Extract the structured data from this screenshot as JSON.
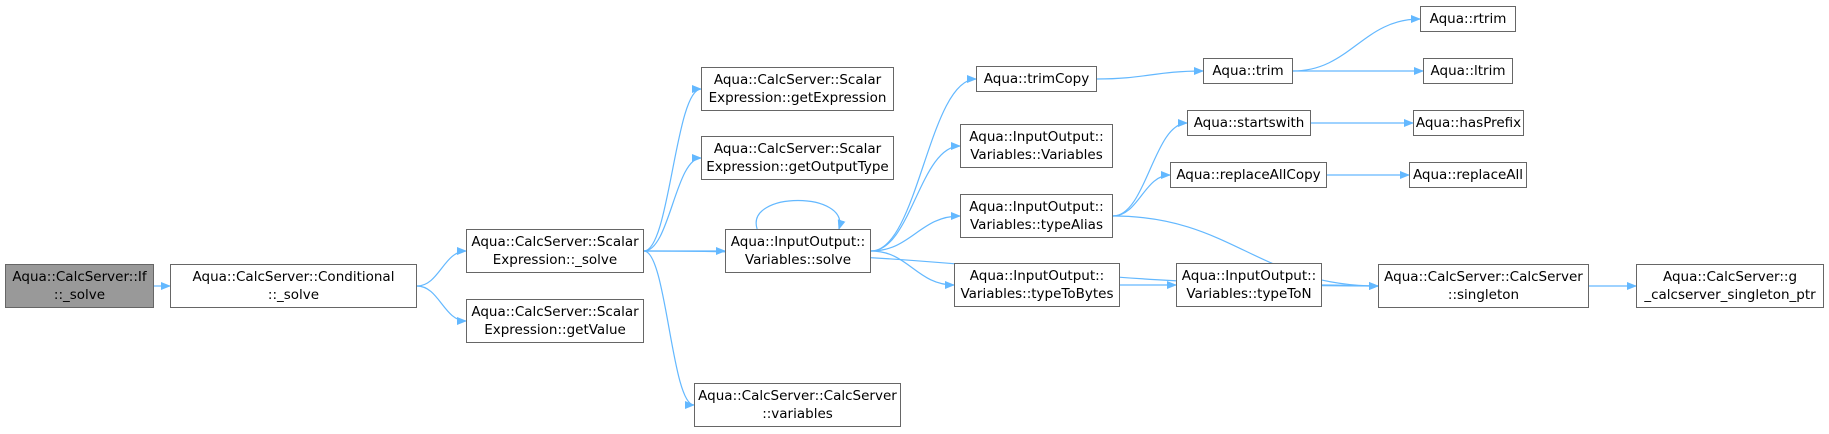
{
  "theme": {
    "edge": "#63b8ff",
    "border": "#666666",
    "current_fill": "#999999",
    "fill": "#ffffff",
    "text": "#000000"
  },
  "nodes": {
    "if_solve": {
      "lines": [
        "Aqua::CalcServer::If",
        "::_solve"
      ]
    },
    "conditional_solve": {
      "lines": [
        "Aqua::CalcServer::Conditional",
        "::_solve"
      ]
    },
    "scalar_solve": {
      "lines": [
        "Aqua::CalcServer::Scalar",
        "Expression::_solve"
      ]
    },
    "get_expression": {
      "lines": [
        "Aqua::CalcServer::Scalar",
        "Expression::getExpression"
      ]
    },
    "get_output_type": {
      "lines": [
        "Aqua::CalcServer::Scalar",
        "Expression::getOutputType"
      ]
    },
    "get_value": {
      "lines": [
        "Aqua::CalcServer::Scalar",
        "Expression::getValue"
      ]
    },
    "calcserver_variables": {
      "lines": [
        "Aqua::CalcServer::CalcServer",
        "::variables"
      ]
    },
    "variables_solve": {
      "lines": [
        "Aqua::InputOutput::",
        "Variables::solve"
      ]
    },
    "trim_copy": {
      "lines": [
        "Aqua::trimCopy"
      ]
    },
    "variables_ctor": {
      "lines": [
        "Aqua::InputOutput::",
        "Variables::Variables"
      ]
    },
    "type_alias": {
      "lines": [
        "Aqua::InputOutput::",
        "Variables::typeAlias"
      ]
    },
    "type_to_bytes": {
      "lines": [
        "Aqua::InputOutput::",
        "Variables::typeToBytes"
      ]
    },
    "trim": {
      "lines": [
        "Aqua::trim"
      ]
    },
    "startswith": {
      "lines": [
        "Aqua::startswith"
      ]
    },
    "replace_all_copy": {
      "lines": [
        "Aqua::replaceAllCopy"
      ]
    },
    "type_to_n": {
      "lines": [
        "Aqua::InputOutput::",
        "Variables::typeToN"
      ]
    },
    "rtrim": {
      "lines": [
        "Aqua::rtrim"
      ]
    },
    "ltrim": {
      "lines": [
        "Aqua::ltrim"
      ]
    },
    "has_prefix": {
      "lines": [
        "Aqua::hasPrefix"
      ]
    },
    "replace_all": {
      "lines": [
        "Aqua::replaceAll"
      ]
    },
    "singleton": {
      "lines": [
        "Aqua::CalcServer::CalcServer",
        "::singleton"
      ]
    },
    "singleton_ptr": {
      "lines": [
        "Aqua::CalcServer::g",
        "_calcserver_singleton_ptr"
      ]
    }
  },
  "edges": [
    [
      "if_solve",
      "conditional_solve"
    ],
    [
      "conditional_solve",
      "scalar_solve"
    ],
    [
      "conditional_solve",
      "get_value"
    ],
    [
      "scalar_solve",
      "get_expression"
    ],
    [
      "scalar_solve",
      "get_output_type"
    ],
    [
      "scalar_solve",
      "variables_solve"
    ],
    [
      "scalar_solve",
      "singleton"
    ],
    [
      "scalar_solve",
      "calcserver_variables"
    ],
    [
      "variables_solve",
      "variables_solve"
    ],
    [
      "variables_solve",
      "trim_copy"
    ],
    [
      "variables_solve",
      "variables_ctor"
    ],
    [
      "variables_solve",
      "type_alias"
    ],
    [
      "variables_solve",
      "type_to_bytes"
    ],
    [
      "trim_copy",
      "trim"
    ],
    [
      "trim",
      "rtrim"
    ],
    [
      "trim",
      "ltrim"
    ],
    [
      "type_alias",
      "startswith"
    ],
    [
      "type_alias",
      "replace_all_copy"
    ],
    [
      "type_alias",
      "singleton"
    ],
    [
      "startswith",
      "has_prefix"
    ],
    [
      "replace_all_copy",
      "replace_all"
    ],
    [
      "type_to_bytes",
      "type_to_n"
    ],
    [
      "type_to_n",
      "singleton"
    ],
    [
      "singleton",
      "singleton_ptr"
    ]
  ]
}
